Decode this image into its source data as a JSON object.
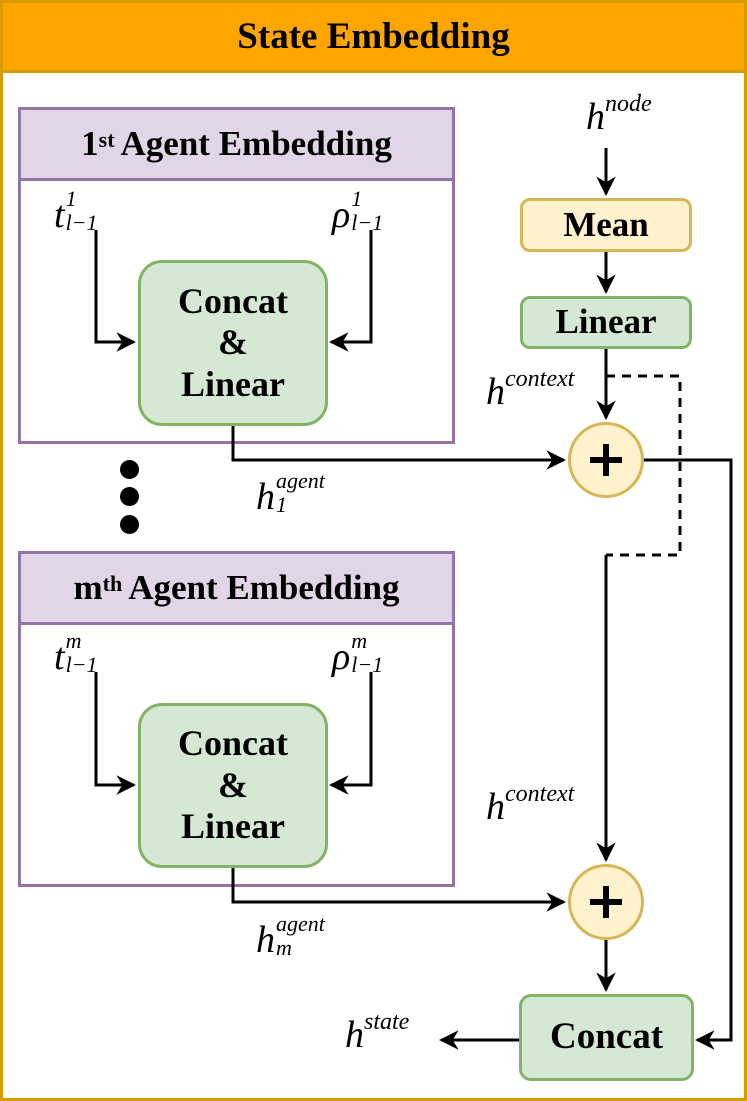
{
  "title": "State Embedding",
  "colors": {
    "frame_fill": "#FFA500",
    "frame_border": "#D79B00",
    "agent_header_fill": "#E1D5E7",
    "agent_border": "#9673A6",
    "green_fill": "#D5E8D4",
    "green_border": "#82B366",
    "yellow_fill": "#FFF2CC",
    "yellow_border": "#D6B656"
  },
  "agents": [
    {
      "header_prefix": "1",
      "header_sup": "st",
      "header_suffix": "Agent Embedding",
      "input_t": {
        "base": "t",
        "sup": "1",
        "sub": "l−1"
      },
      "input_rho": {
        "base": "ρ",
        "sup": "1",
        "sub": "l−1"
      },
      "block_lines": [
        "Concat",
        "&",
        "Linear"
      ],
      "output": {
        "base": "h",
        "sup": "agent",
        "sub": "1"
      }
    },
    {
      "header_prefix": "m",
      "header_sup": "th",
      "header_suffix": "Agent Embedding",
      "input_t": {
        "base": "t",
        "sup": "m",
        "sub": "l−1"
      },
      "input_rho": {
        "base": "ρ",
        "sup": "m",
        "sub": "l−1"
      },
      "block_lines": [
        "Concat",
        "&",
        "Linear"
      ],
      "output": {
        "base": "h",
        "sup": "agent",
        "sub": "m"
      }
    }
  ],
  "ellipsis": "vertical-dots",
  "context_branch": {
    "input": {
      "base": "h",
      "sup": "node"
    },
    "mean_label": "Mean",
    "linear_label": "Linear",
    "context_label_top": {
      "base": "h",
      "sup": "context"
    },
    "context_label_bottom": {
      "base": "h",
      "sup": "context"
    }
  },
  "add_op_symbol": "+",
  "concat_label": "Concat",
  "output": {
    "base": "h",
    "sup": "state"
  }
}
